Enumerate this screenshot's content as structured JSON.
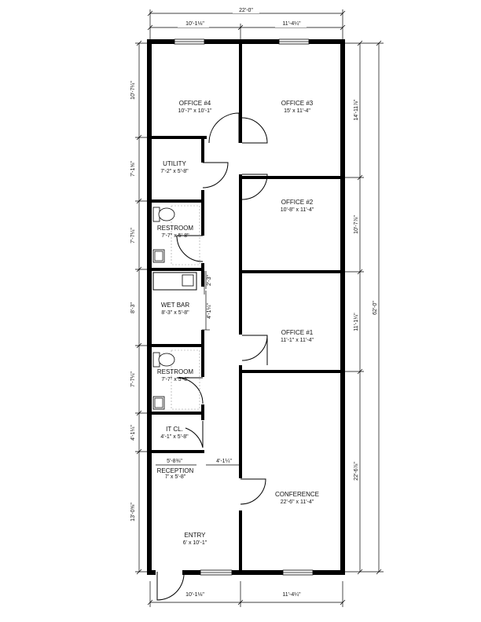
{
  "overall_dims": {
    "top_total": "22'-0\"",
    "top_left": "10'-1⅛\"",
    "top_right": "11'-4¼\"",
    "bottom_left": "10'-1⅛\"",
    "bottom_right": "11'-4¼\"",
    "right_total": "62'-0\""
  },
  "left_dims": [
    "10'-7¼\"",
    "7'-1⅝\"",
    "7'-7¼\"",
    "8'-3\"",
    "7'-7¼\"",
    "4'-1¼\"",
    "13'-0⅝\""
  ],
  "right_dims": [
    "14'-11⅞\"",
    "10'-7⅞\"",
    "11'-1¼\"",
    "22'-6⅞\""
  ],
  "inner_dims": {
    "wetbar_small": "2'-3\"",
    "wetbar_corridor": "4'-1¼\"",
    "reception_width": "5'-8⅜\"",
    "corridor_width": "4'-1¼\""
  },
  "rooms": {
    "office4": {
      "name": "OFFICE #4",
      "size": "10'-7\" x 10'-1\""
    },
    "office3": {
      "name": "OFFICE #3",
      "size": "15' x 11'-4\""
    },
    "utility": {
      "name": "UTILITY",
      "size": "7'-2\" x 5'-8\""
    },
    "office2": {
      "name": "OFFICE #2",
      "size": "10'-8\" x 11'-4\""
    },
    "restroom1": {
      "name": "RESTROOM",
      "size": "7'-7\" x 5'-8\""
    },
    "wetbar": {
      "name": "WET BAR",
      "size": "8'-3\" x 5'-8\""
    },
    "office1": {
      "name": "OFFICE #1",
      "size": "11'-1\" x 11'-4\""
    },
    "restroom2": {
      "name": "RESTROOM",
      "size": "7'-7\" x 5'-8\""
    },
    "itcl": {
      "name": "IT CL.",
      "size": "4'-1\" x 5'-8\""
    },
    "reception": {
      "name": "RECEPTION",
      "size": "7' x 5'-8\""
    },
    "conference": {
      "name": "CONFERENCE",
      "size": "22'-6\" x 11'-4\""
    },
    "entry": {
      "name": "ENTRY",
      "size": "6' x 10'-1\""
    }
  }
}
